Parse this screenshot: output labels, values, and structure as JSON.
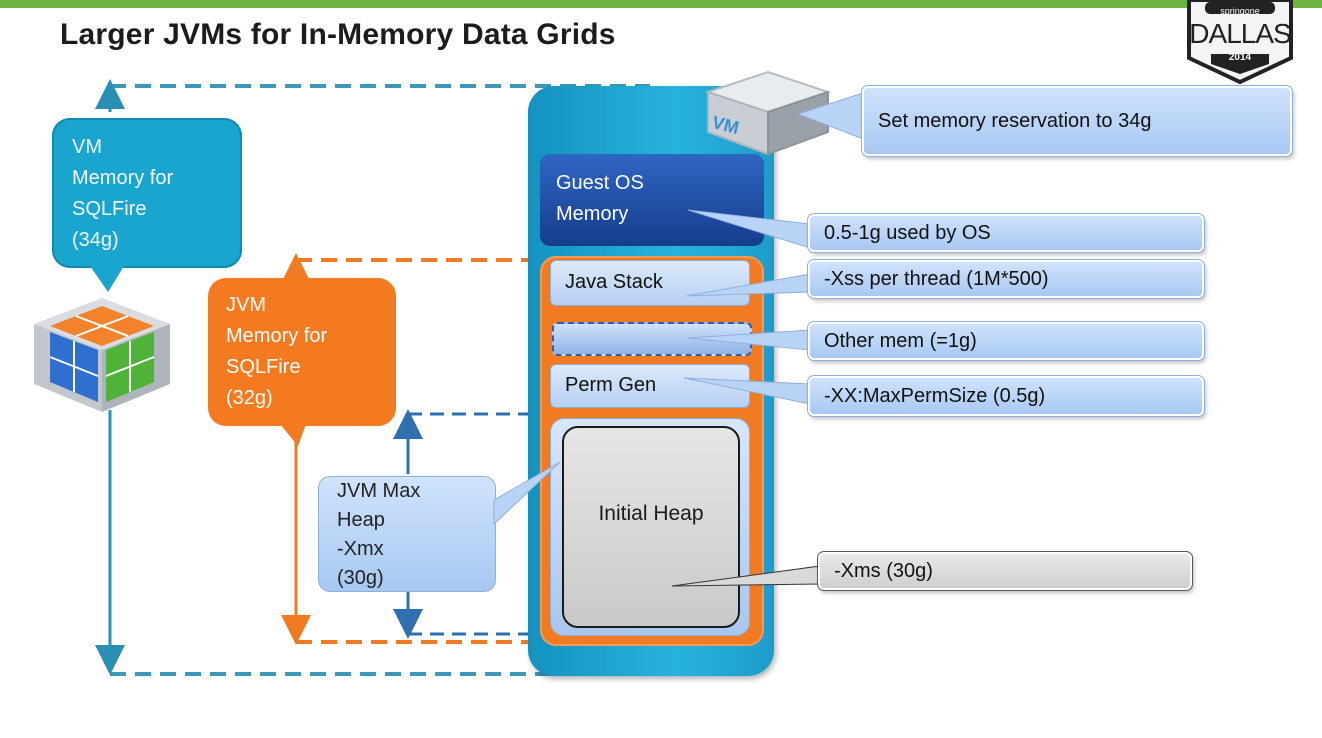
{
  "title": "Larger JVMs for In-Memory Data Grids",
  "badge": {
    "top": "springone",
    "city": "DALLAS",
    "year": "2014"
  },
  "vm_label": "VM",
  "bubbles": {
    "vm_memory": [
      "VM",
      "Memory for",
      "SQLFire",
      "(34g)"
    ],
    "jvm_memory": [
      "JVM",
      "Memory for",
      "SQLFire",
      "(32g)"
    ],
    "jvm_max_heap": [
      "JVM Max",
      "Heap",
      "-Xmx",
      "(30g)"
    ]
  },
  "stack": {
    "guest_os": [
      "Guest OS",
      "Memory"
    ],
    "java_stack": "Java Stack",
    "other": "",
    "perm_gen": "Perm Gen",
    "initial_heap": "Initial Heap"
  },
  "callouts": {
    "reservation": "Set memory reservation to 34g",
    "os_used": "0.5-1g used by OS",
    "xss": "-Xss per thread (1M*500)",
    "other_mem": "Other mem (=1g)",
    "perm": "-XX:MaxPermSize (0.5g)",
    "xms": "-Xms (30g)"
  },
  "colors": {
    "vm_blue": "#1aa5cf",
    "guest_os_navy": "#1a4fa3",
    "jvm_orange": "#f47a1f",
    "callout_blue": "#b9d3f6",
    "heap_gray": "#d9d9d9",
    "brand_green": "#6cb33f"
  }
}
